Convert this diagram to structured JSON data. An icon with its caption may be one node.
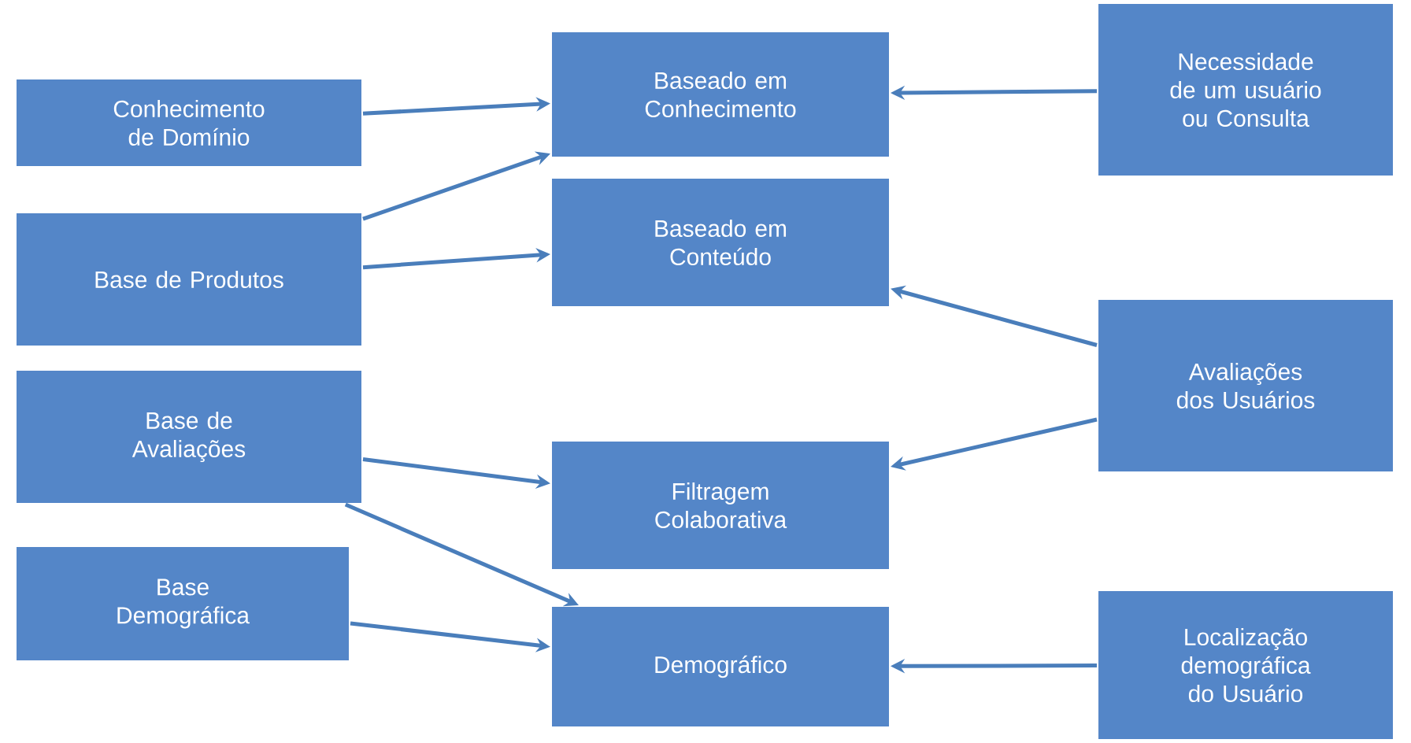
{
  "diagram": {
    "nodes": [
      {
        "text": [
          "Conhecimento de Domínio"
        ]
      },
      {
        "text": [
          "Base de Produtos"
        ]
      },
      {
        "text": [
          "Base de Avaliações"
        ]
      },
      {
        "text": [
          "Base Demográfica"
        ]
      },
      {
        "text": [
          "Baseado em Conhecimento"
        ]
      },
      {
        "text": [
          "Baseado em Conteúdo"
        ]
      },
      {
        "text": [
          "Filtragem Colaborativa"
        ]
      },
      {
        "text": [
          "Demográfico"
        ]
      },
      {
        "text": [
          "Necessidade de um usuário ou Consulta"
        ]
      },
      {
        "text": [
          "Avaliações dos Usuários"
        ]
      },
      {
        "text": [
          "Localização demográfica do Usuário"
        ]
      }
    ],
    "edges": [
      {
        "from": 0,
        "to": 4,
        "arrow": "to"
      },
      {
        "from": 1,
        "to": 4,
        "arrow": "to"
      },
      {
        "from": 1,
        "to": 5,
        "arrow": "to"
      },
      {
        "from": 8,
        "to": 4,
        "arrow": "to"
      },
      {
        "from": 9,
        "to": 5,
        "arrow": "to"
      },
      {
        "from": 9,
        "to": 6,
        "arrow": "to"
      },
      {
        "from": 2,
        "to": 6,
        "arrow": "to"
      },
      {
        "from": 2,
        "to": 7,
        "arrow": "to"
      },
      {
        "from": 3,
        "to": 7,
        "arrow": "to"
      },
      {
        "from": 10,
        "to": 7,
        "arrow": "to"
      }
    ]
  }
}
